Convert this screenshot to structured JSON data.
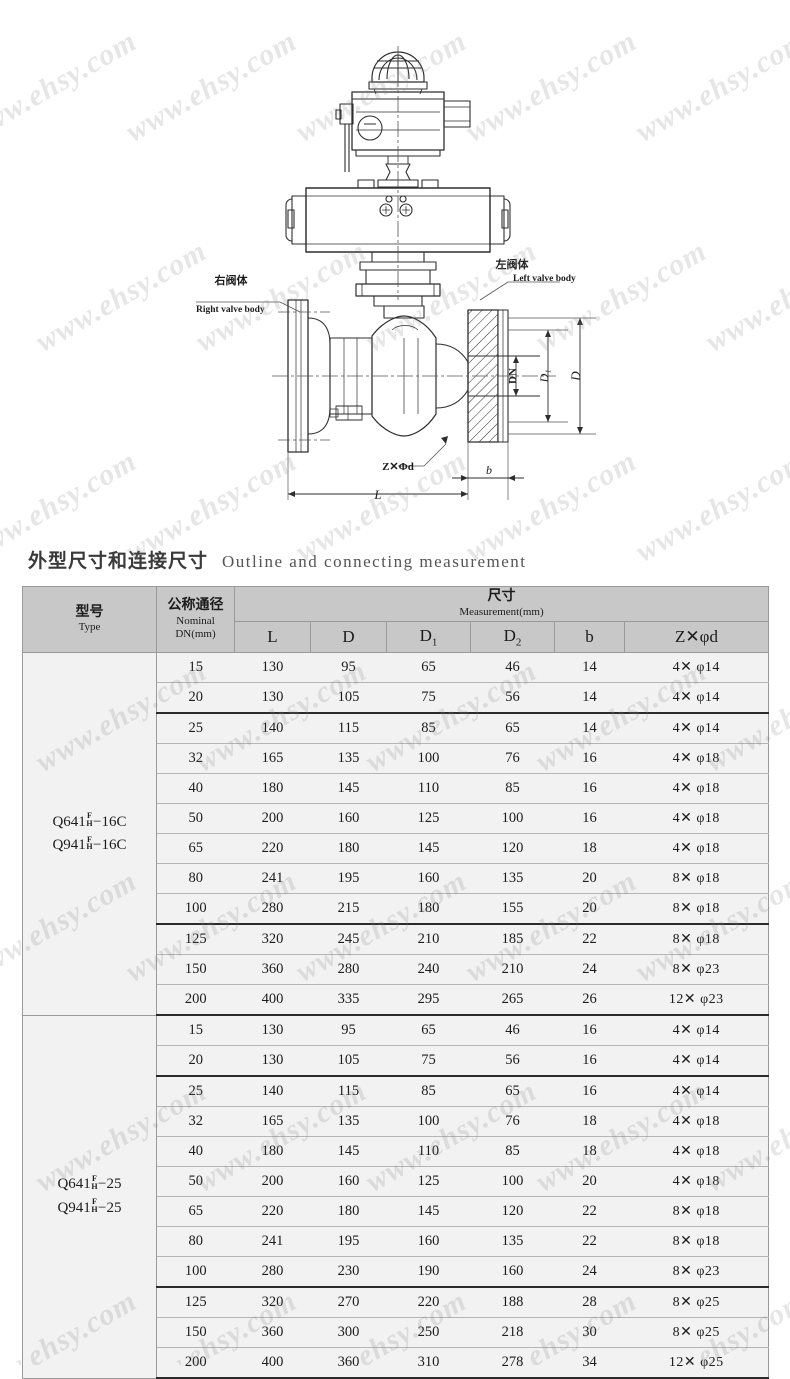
{
  "watermark": {
    "text": "www.ehsy.com"
  },
  "drawing": {
    "labels": {
      "right_valve_body_cn": "右阀体",
      "right_valve_body_en": "Right valve body",
      "left_valve_body_cn": "左阀体",
      "left_valve_body_en": "Left valve body",
      "bolt_circle": "Z×Φd",
      "flange_thickness": "b",
      "face_to_face": "L",
      "nominal_bore": "DN",
      "d1": "D₁",
      "d_outer": "D"
    }
  },
  "section": {
    "title_cn": "外型尺寸和连接尺寸",
    "title_en": "Outline  and  connecting  measurement"
  },
  "table": {
    "header": {
      "type_cn": "型号",
      "type_en": "Type",
      "nominal_cn": "公称通径",
      "nominal_en1": "Nominal",
      "nominal_en2": "DN(mm)",
      "measure_cn": "尺寸",
      "measure_en": "Measurement(mm)",
      "cols": [
        "L",
        "D",
        "D",
        "D",
        "b",
        "Z×φd"
      ],
      "col_L": "L",
      "col_D": "D",
      "col_D1_base": "D",
      "col_D1_sub": "1",
      "col_D2_base": "D",
      "col_D2_sub": "2",
      "col_b": "b",
      "col_Zd": "Z✕φd"
    },
    "groups": [
      {
        "type_lines": [
          {
            "prefix": "Q641",
            "num": "F",
            "den": "H",
            "suffix": "−16C"
          },
          {
            "prefix": "Q941",
            "num": "F",
            "den": "H",
            "suffix": "−16C"
          }
        ],
        "rows": [
          {
            "dn": "15",
            "L": "130",
            "D": "95",
            "D1": "65",
            "D2": "46",
            "b": "14",
            "zd": "4✕ φ14"
          },
          {
            "dn": "20",
            "L": "130",
            "D": "105",
            "D1": "75",
            "D2": "56",
            "b": "14",
            "zd": "4✕ φ14"
          },
          {
            "dn": "25",
            "L": "140",
            "D": "115",
            "D1": "85",
            "D2": "65",
            "b": "14",
            "zd": "4✕ φ14"
          },
          {
            "dn": "32",
            "L": "165",
            "D": "135",
            "D1": "100",
            "D2": "76",
            "b": "16",
            "zd": "4✕ φ18"
          },
          {
            "dn": "40",
            "L": "180",
            "D": "145",
            "D1": "110",
            "D2": "85",
            "b": "16",
            "zd": "4✕ φ18"
          },
          {
            "dn": "50",
            "L": "200",
            "D": "160",
            "D1": "125",
            "D2": "100",
            "b": "16",
            "zd": "4✕ φ18"
          },
          {
            "dn": "65",
            "L": "220",
            "D": "180",
            "D1": "145",
            "D2": "120",
            "b": "18",
            "zd": "4✕ φ18"
          },
          {
            "dn": "80",
            "L": "241",
            "D": "195",
            "D1": "160",
            "D2": "135",
            "b": "20",
            "zd": "8✕ φ18"
          },
          {
            "dn": "100",
            "L": "280",
            "D": "215",
            "D1": "180",
            "D2": "155",
            "b": "20",
            "zd": "8✕ φ18"
          },
          {
            "dn": "125",
            "L": "320",
            "D": "245",
            "D1": "210",
            "D2": "185",
            "b": "22",
            "zd": "8✕ φ18"
          },
          {
            "dn": "150",
            "L": "360",
            "D": "280",
            "D1": "240",
            "D2": "210",
            "b": "24",
            "zd": "8✕ φ23"
          },
          {
            "dn": "200",
            "L": "400",
            "D": "335",
            "D1": "295",
            "D2": "265",
            "b": "26",
            "zd": "12✕ φ23"
          }
        ]
      },
      {
        "type_lines": [
          {
            "prefix": "Q641",
            "num": "F",
            "den": "H",
            "suffix": "−25"
          },
          {
            "prefix": "Q941",
            "num": "F",
            "den": "H",
            "suffix": "−25"
          }
        ],
        "rows": [
          {
            "dn": "15",
            "L": "130",
            "D": "95",
            "D1": "65",
            "D2": "46",
            "b": "16",
            "zd": "4✕ φ14"
          },
          {
            "dn": "20",
            "L": "130",
            "D": "105",
            "D1": "75",
            "D2": "56",
            "b": "16",
            "zd": "4✕ φ14"
          },
          {
            "dn": "25",
            "L": "140",
            "D": "115",
            "D1": "85",
            "D2": "65",
            "b": "16",
            "zd": "4✕ φ14"
          },
          {
            "dn": "32",
            "L": "165",
            "D": "135",
            "D1": "100",
            "D2": "76",
            "b": "18",
            "zd": "4✕ φ18"
          },
          {
            "dn": "40",
            "L": "180",
            "D": "145",
            "D1": "110",
            "D2": "85",
            "b": "18",
            "zd": "4✕ φ18"
          },
          {
            "dn": "50",
            "L": "200",
            "D": "160",
            "D1": "125",
            "D2": "100",
            "b": "20",
            "zd": "4✕ φ18"
          },
          {
            "dn": "65",
            "L": "220",
            "D": "180",
            "D1": "145",
            "D2": "120",
            "b": "22",
            "zd": "8✕ φ18"
          },
          {
            "dn": "80",
            "L": "241",
            "D": "195",
            "D1": "160",
            "D2": "135",
            "b": "22",
            "zd": "8✕ φ18"
          },
          {
            "dn": "100",
            "L": "280",
            "D": "230",
            "D1": "190",
            "D2": "160",
            "b": "24",
            "zd": "8✕ φ23"
          },
          {
            "dn": "125",
            "L": "320",
            "D": "270",
            "D1": "220",
            "D2": "188",
            "b": "28",
            "zd": "8✕ φ25"
          },
          {
            "dn": "150",
            "L": "360",
            "D": "300",
            "D1": "250",
            "D2": "218",
            "b": "30",
            "zd": "8✕ φ25"
          },
          {
            "dn": "200",
            "L": "400",
            "D": "360",
            "D1": "310",
            "D2": "278",
            "b": "34",
            "zd": "12✕ φ25"
          }
        ]
      }
    ]
  }
}
